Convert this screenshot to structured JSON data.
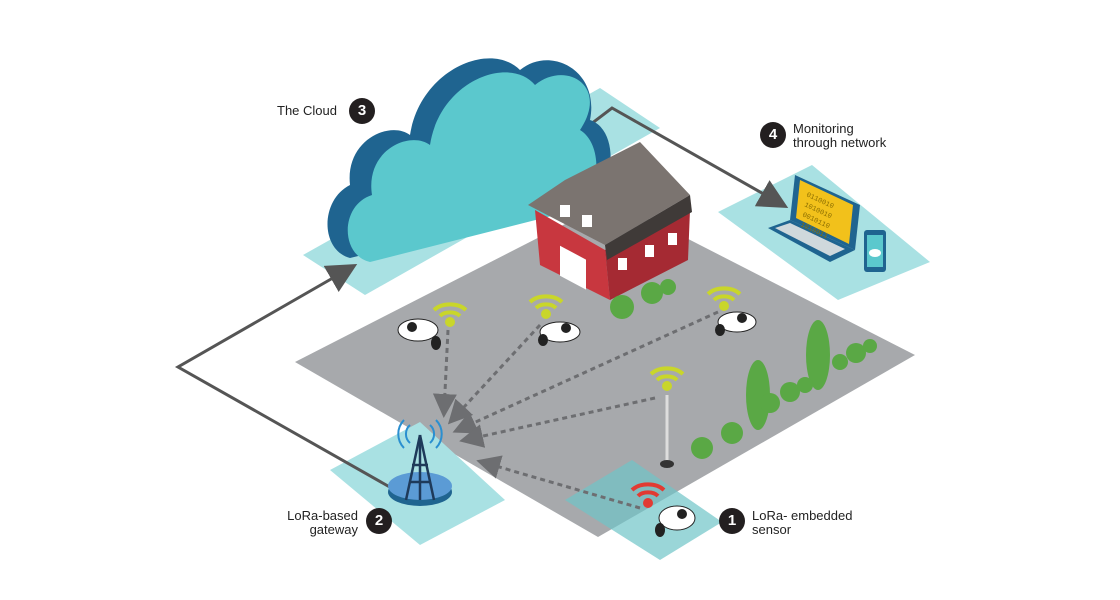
{
  "labels": {
    "cloud": {
      "num": "3",
      "text": "The Cloud"
    },
    "monitoring": {
      "num": "4",
      "line1": "Monitoring",
      "line2": "through network"
    },
    "gateway": {
      "num": "2",
      "line1": "LoRa-based",
      "line2": "gateway"
    },
    "sensor": {
      "num": "1",
      "line1": "LoRa- embedded",
      "line2": "sensor"
    }
  },
  "laptop_screen_binary": [
    "0110010",
    "1010010",
    "0010110",
    "1010011"
  ],
  "colors": {
    "ground": "#a7a9ac",
    "plate": "#a9e1e3",
    "cloud": "#5bc8cd",
    "cloud_side": "#1f6490",
    "barn": "#c8373f",
    "wifi_active": "#e23b33",
    "wifi": "#c9d62a",
    "tree": "#5aa845"
  }
}
